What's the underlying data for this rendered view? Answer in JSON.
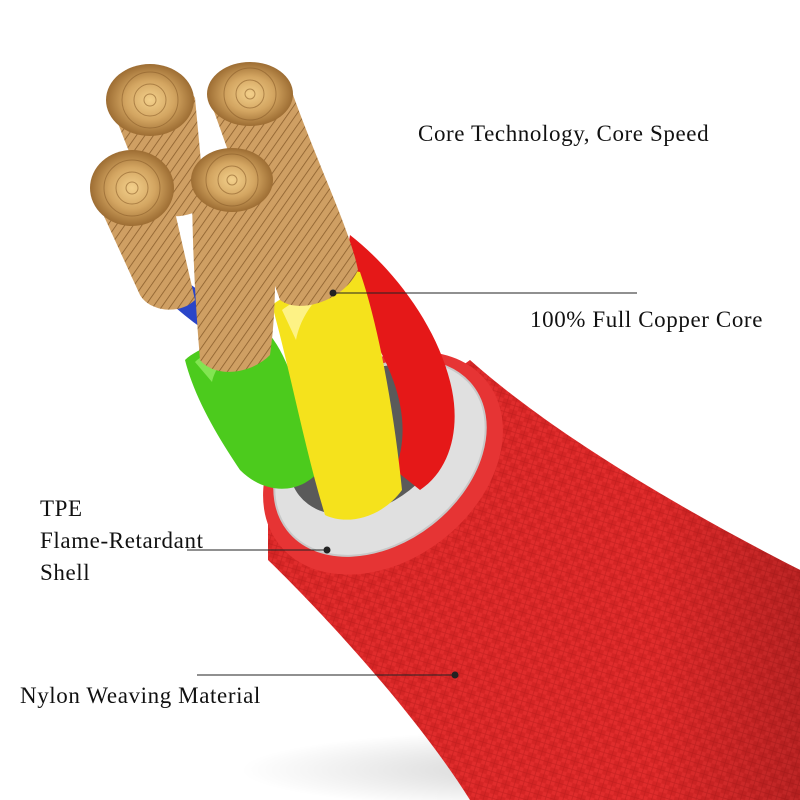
{
  "heading": "Core Technology, Core Speed",
  "callouts": {
    "copper_core": "100% Full Copper Core",
    "tpe_shell": [
      "TPE",
      "Flame-Retardant",
      "Shell"
    ],
    "nylon": "Nylon Weaving Material"
  },
  "colors": {
    "jacket": "#e32b2b",
    "shell": "#dcdcdc",
    "wire_yellow": "#f5e21c",
    "wire_green": "#4ccb1d",
    "wire_red": "#e51818",
    "wire_blue": "#2a45c8",
    "copper": "#c99a5c"
  }
}
